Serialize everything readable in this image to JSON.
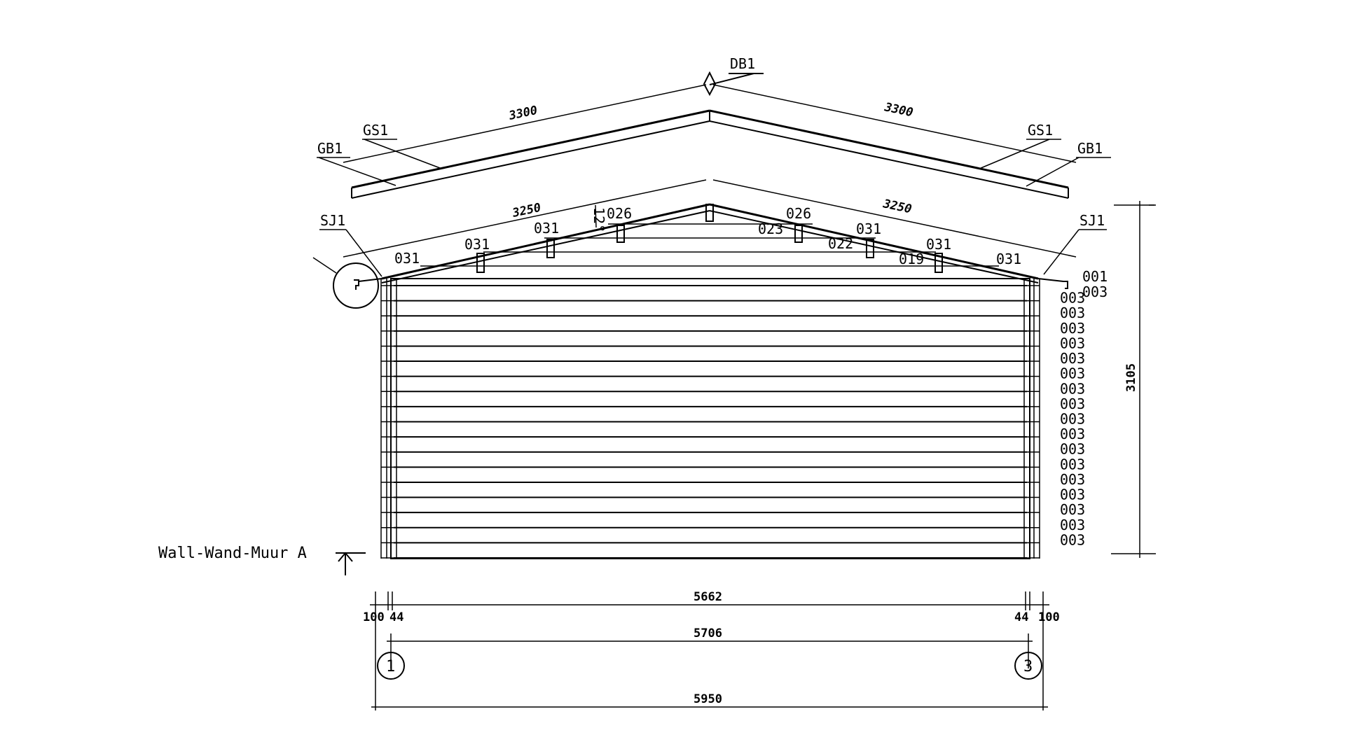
{
  "drawing": {
    "ridge_cap_label": "DB1",
    "left_roof": {
      "gable_board": "GB1",
      "gable_strip": "GS1",
      "gable_length": "3300",
      "roof_length": "3250",
      "skirting_joint": "SJ1"
    },
    "right_roof": {
      "gable_board": "GB1",
      "gable_strip": "GS1",
      "gable_length": "3300",
      "roof_length": "3250",
      "skirting_joint": "SJ1"
    },
    "roof_angle": "12°",
    "gable_parts_left": [
      "031",
      "031",
      "031",
      "026"
    ],
    "gable_parts_right": [
      "026",
      "023",
      "031",
      "022",
      "031",
      "019",
      "031"
    ],
    "wall_log_labels": [
      "001",
      "003",
      "003",
      "003",
      "003",
      "003",
      "003",
      "003",
      "003",
      "003",
      "003",
      "003",
      "003",
      "003",
      "003",
      "003",
      "003",
      "003",
      "003"
    ],
    "height_dimension": "3105",
    "wall_label": "Wall-Wand-Muur  A",
    "dimensions": {
      "overhang_left": "100",
      "corner_left": "44",
      "inner_length": "5662",
      "corner_right": "44",
      "overhang_right": "100",
      "axis_length": "5706",
      "total_length": "5950"
    },
    "axes": [
      "1",
      "3"
    ]
  }
}
